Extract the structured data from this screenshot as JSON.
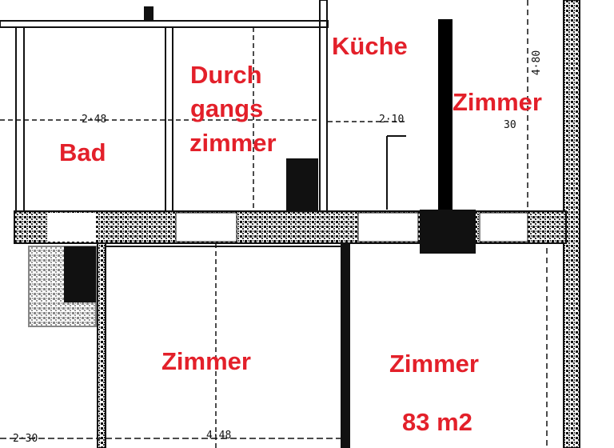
{
  "rooms": {
    "kitchen": "Küche",
    "passage_line1": "Durch",
    "passage_line2": "gangs",
    "passage_line3": "zimmer",
    "room_top_right": "Zimmer",
    "bath": "Bad",
    "room_bottom_left": "Zimmer",
    "room_bottom_right": "Zimmer",
    "area": "83 m2"
  },
  "dimensions": {
    "bath_width": "2·48",
    "kitchen_width": "2·10",
    "top_right_height": "4·80",
    "top_right_small": "30",
    "bottom_left": "2·30",
    "bottom_center": "4·48"
  },
  "colors": {
    "label": "#e3202a",
    "wall": "#111111"
  }
}
